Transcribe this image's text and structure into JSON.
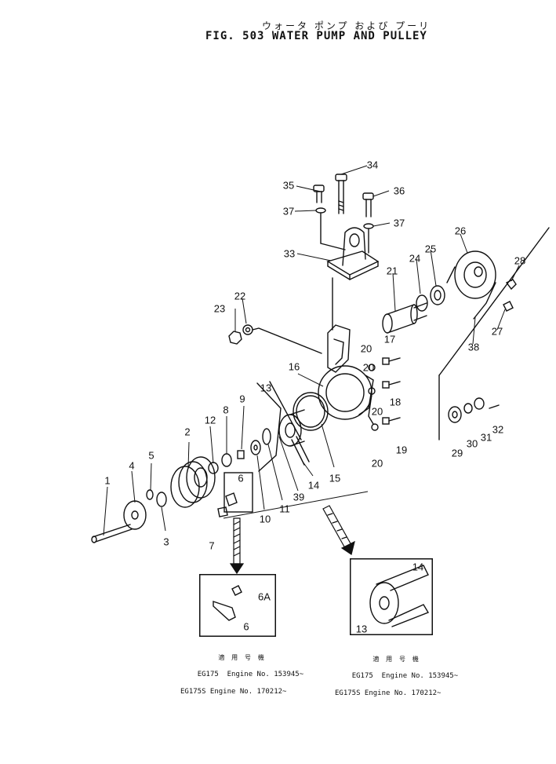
{
  "title": {
    "japanese": "ウォータ ポンプ および プーリ",
    "english": "FIG. 503  WATER PUMP AND PULLEY"
  },
  "callouts": [
    "1",
    "2",
    "3",
    "4",
    "5",
    "6",
    "7",
    "8",
    "9",
    "10",
    "11",
    "12",
    "13",
    "14",
    "15",
    "16",
    "17",
    "18",
    "19",
    "20",
    "20",
    "20",
    "20",
    "21",
    "22",
    "23",
    "24",
    "25",
    "26",
    "27",
    "28",
    "29",
    "30",
    "31",
    "32",
    "33",
    "34",
    "35",
    "36",
    "37",
    "37",
    "38",
    "39"
  ],
  "inset_left": {
    "callouts": [
      "6A",
      "6"
    ],
    "note_header": "適 用 号 機",
    "note_lines": [
      "EG175  Engine No. 153945~",
      "EG175S Engine No. 170212~"
    ]
  },
  "inset_right": {
    "callouts": [
      "14",
      "13"
    ],
    "note_header": "適 用 号 機",
    "note_lines": [
      "EG175  Engine No. 153945~",
      "EG175S Engine No. 170212~"
    ]
  }
}
